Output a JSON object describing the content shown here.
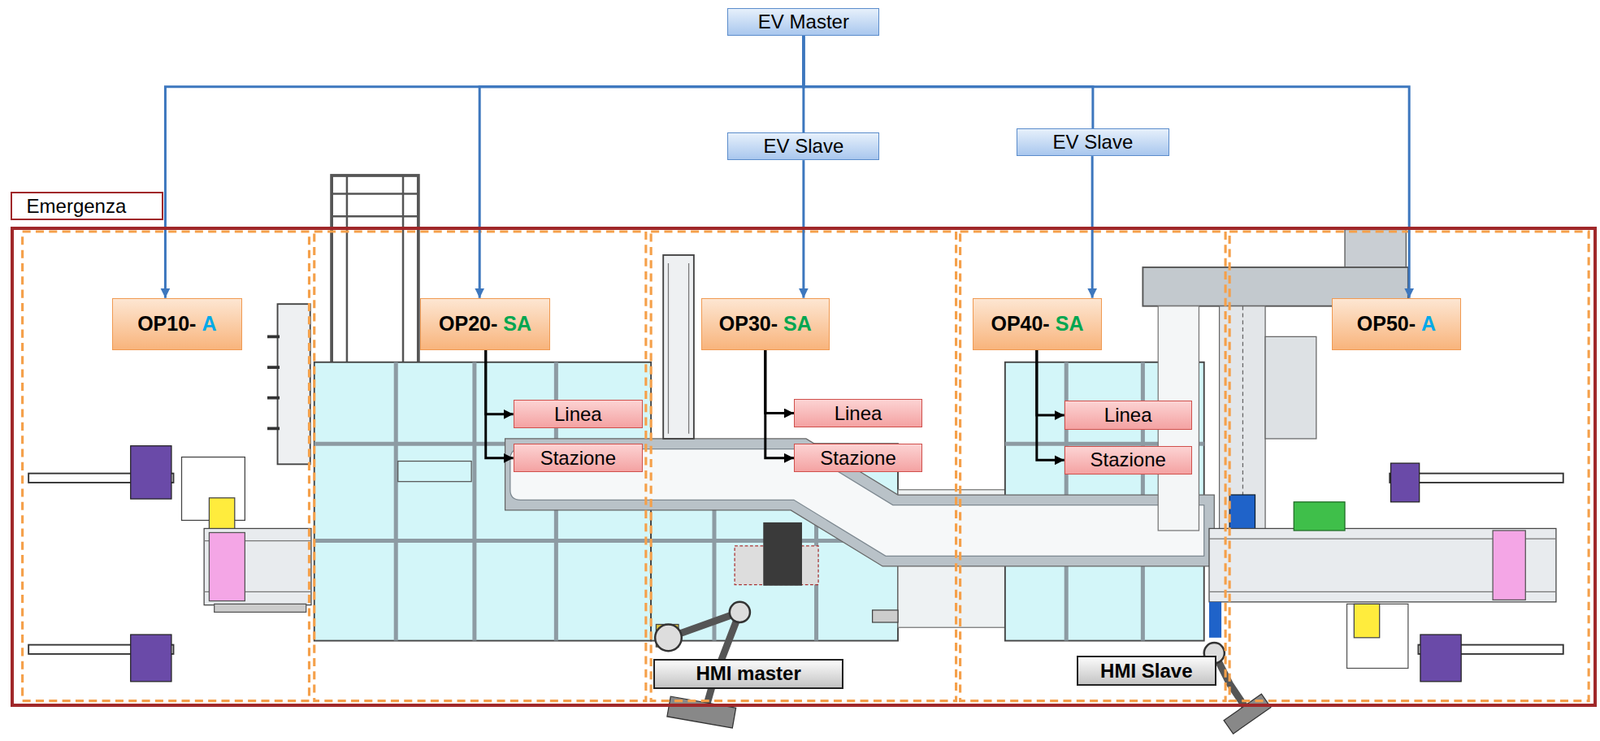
{
  "diagram": {
    "nodes": [
      {
        "text": [
          "EV Master"
        ]
      },
      {
        "text": [
          "EV Slave"
        ]
      },
      {
        "text": [
          "EV Slave"
        ]
      },
      {
        "text": [
          "Emergenza"
        ]
      },
      {
        "text": [
          "OP10-",
          "A"
        ],
        "in": 3
      },
      {
        "text": [
          "OP20-",
          "SA"
        ],
        "in": 3
      },
      {
        "text": [
          "Linea"
        ],
        "in": 3
      },
      {
        "text": [
          "Stazione"
        ],
        "in": 3
      },
      {
        "text": [
          "OP30-",
          "SA"
        ],
        "in": 3
      },
      {
        "text": [
          "Linea"
        ],
        "in": 3
      },
      {
        "text": [
          "Stazione"
        ],
        "in": 3
      },
      {
        "text": [
          "OP40-",
          "SA"
        ],
        "in": 3
      },
      {
        "text": [
          "Linea"
        ],
        "in": 3
      },
      {
        "text": [
          "Stazione"
        ],
        "in": 3
      },
      {
        "text": [
          "OP50-",
          "A"
        ],
        "in": 3
      },
      {
        "text": [
          "HMI master"
        ],
        "in": 3
      },
      {
        "text": [
          "HMI Slave"
        ],
        "in": 3
      }
    ],
    "edges": [
      {
        "from": 0,
        "to": 4,
        "arrow": "to"
      },
      {
        "from": 0,
        "to": 5,
        "arrow": "to"
      },
      {
        "from": 0,
        "to": 1,
        "arrow": "none"
      },
      {
        "from": 1,
        "to": 8,
        "arrow": "to"
      },
      {
        "from": 0,
        "to": 2,
        "arrow": "none"
      },
      {
        "from": 2,
        "to": 11,
        "arrow": "to"
      },
      {
        "from": 0,
        "to": 14,
        "arrow": "to"
      },
      {
        "from": 5,
        "to": 6,
        "arrow": "to"
      },
      {
        "from": 5,
        "to": 7,
        "arrow": "to"
      },
      {
        "from": 8,
        "to": 9,
        "arrow": "to"
      },
      {
        "from": 8,
        "to": 10,
        "arrow": "to"
      },
      {
        "from": 11,
        "to": 12,
        "arrow": "to"
      },
      {
        "from": 11,
        "to": 13,
        "arrow": "to"
      }
    ]
  }
}
